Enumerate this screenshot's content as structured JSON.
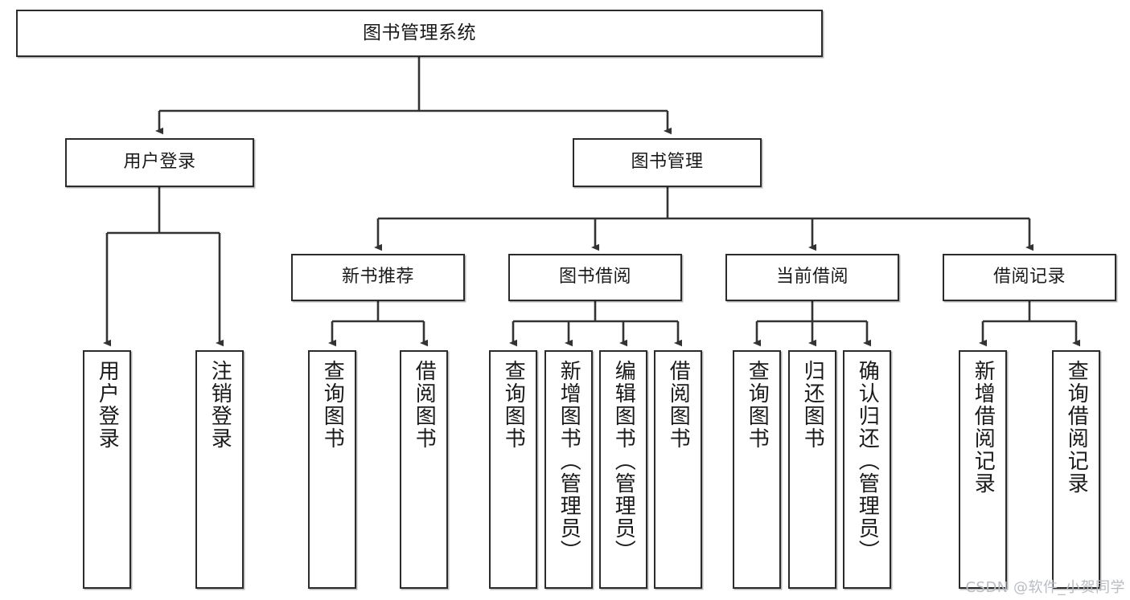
{
  "diagram": {
    "type": "tree",
    "title": "图书管理系统",
    "watermark": "CSDN @软件_小贺同学",
    "colors": {
      "border": "#2b2b2b",
      "fill": "#ffffff",
      "text": "#1a1a1a",
      "edge": "#333333",
      "watermark": "#b9bcc2"
    },
    "nodes": {
      "root": {
        "label": "图书管理系统"
      },
      "level2": [
        {
          "id": "user-login",
          "label": "用户登录"
        },
        {
          "id": "book-manage",
          "label": "图书管理"
        }
      ],
      "level3": [
        {
          "id": "new-book-recommend",
          "label": "新书推荐"
        },
        {
          "id": "book-borrow",
          "label": "图书借阅"
        },
        {
          "id": "current-borrow",
          "label": "当前借阅"
        },
        {
          "id": "borrow-record",
          "label": "借阅记录"
        }
      ],
      "leaves": {
        "user-login": [
          {
            "id": "leaf-user-login",
            "label": "用户登录"
          },
          {
            "id": "leaf-logout",
            "label": "注销登录"
          }
        ],
        "new-book-recommend": [
          {
            "id": "leaf-query-book-1",
            "label": "查询图书"
          },
          {
            "id": "leaf-borrow-book-1",
            "label": "借阅图书"
          }
        ],
        "book-borrow": [
          {
            "id": "leaf-query-book-2",
            "label": "查询图书"
          },
          {
            "id": "leaf-add-book",
            "label": "新增图书（管理员）"
          },
          {
            "id": "leaf-edit-book",
            "label": "编辑图书（管理员）"
          },
          {
            "id": "leaf-borrow-book-2",
            "label": "借阅图书"
          }
        ],
        "current-borrow": [
          {
            "id": "leaf-query-book-3",
            "label": "查询图书"
          },
          {
            "id": "leaf-return-book",
            "label": "归还图书"
          },
          {
            "id": "leaf-confirm-return",
            "label": "确认归还（管理员）"
          }
        ],
        "borrow-record": [
          {
            "id": "leaf-add-record",
            "label": "新增借阅记录"
          },
          {
            "id": "leaf-query-record",
            "label": "查询借阅记录"
          }
        ]
      }
    }
  }
}
